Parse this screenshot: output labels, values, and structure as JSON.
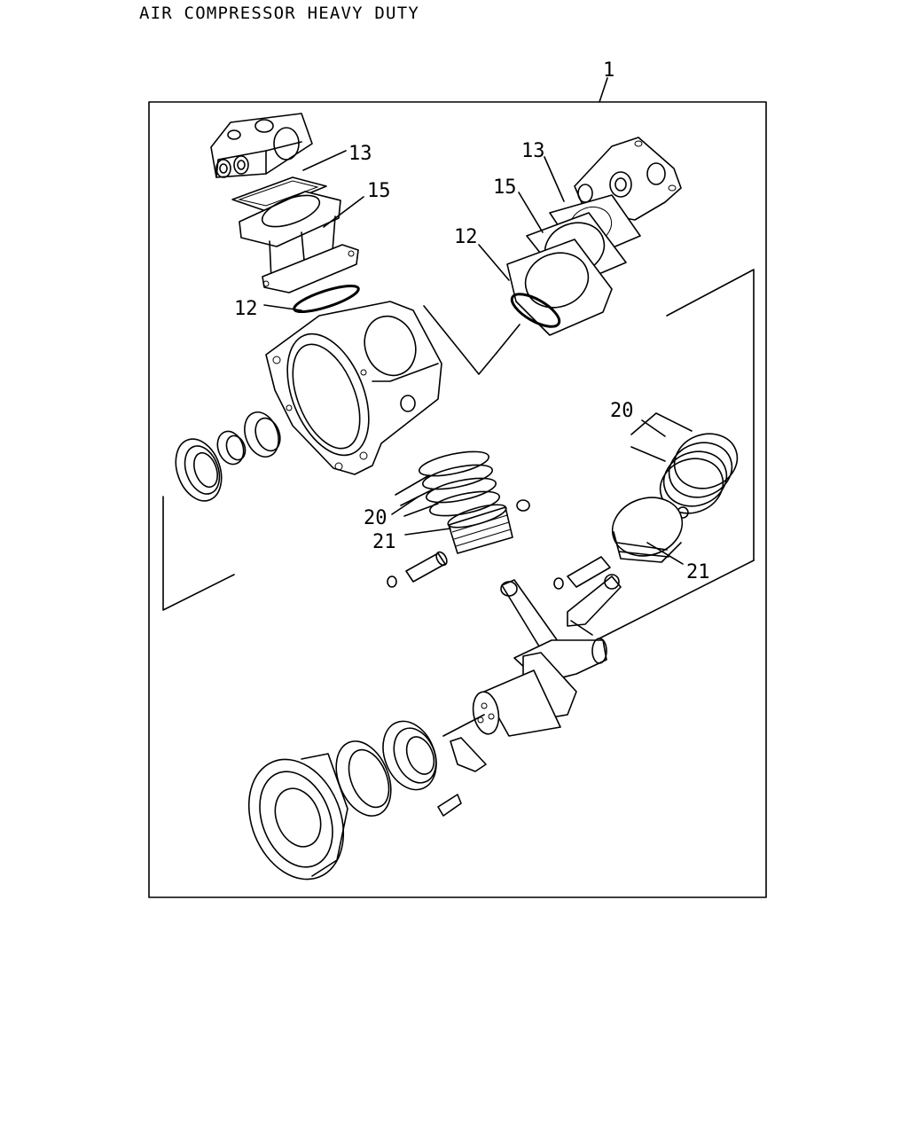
{
  "title": "AIR COMPRESSOR HEAVY DUTY",
  "callouts": {
    "assembly": "1",
    "gasket_left": "13",
    "cylinder_left": "15",
    "oring_left": "12",
    "gasket_right": "13",
    "cylinder_right": "15",
    "oring_right": "12",
    "rings_right": "20",
    "rings_left": "20",
    "piston_left": "21",
    "piston_right": "21"
  }
}
